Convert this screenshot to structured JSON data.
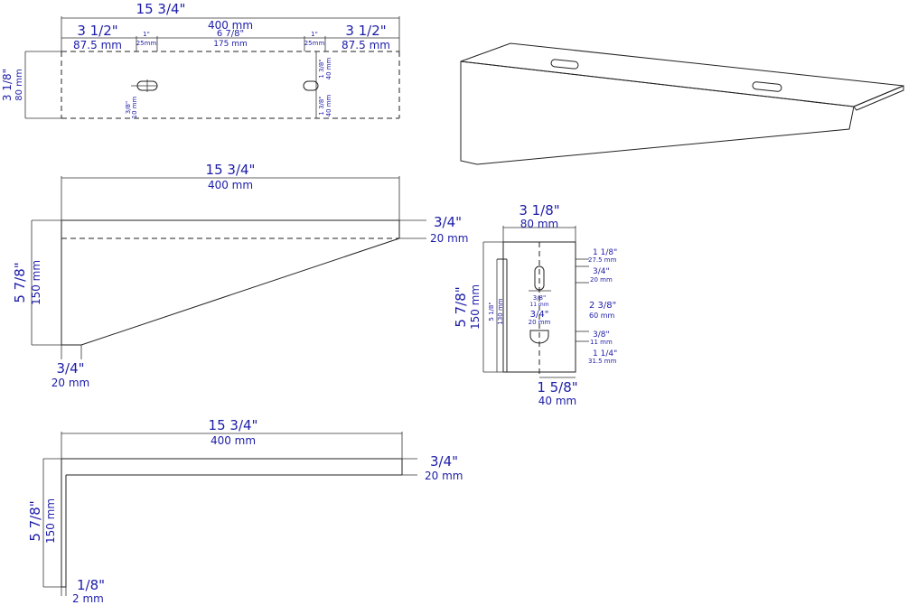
{
  "top_view": {
    "overall_in": "15 3/4\"",
    "overall_mm": "400 mm",
    "left_in": "3 1/2\"",
    "left_mm": "87.5 mm",
    "slot_in": "1\"",
    "slot_mm": "25mm",
    "center_in": "6 7/8\"",
    "center_mm": "175 mm",
    "slot2_in": "1\"",
    "slot2_mm": "25mm",
    "right_in": "3 1/2\"",
    "right_mm": "87.5 mm",
    "depth_in": "3 1/8\"",
    "depth_mm": "80 mm",
    "slot_w_in": "3/8\"",
    "slot_w_mm": "10 mm",
    "upper_in": "1 3/8\"",
    "upper_mm": "40 mm",
    "lower_in": "1 3/8\"",
    "lower_mm": "40 mm"
  },
  "side_view": {
    "length_in": "15 3/4\"",
    "length_mm": "400 mm",
    "thick_in": "3/4\"",
    "thick_mm": "20 mm",
    "height_in": "5 7/8\"",
    "height_mm": "150 mm",
    "foot_in": "3/4\"",
    "foot_mm": "20 mm"
  },
  "end_view": {
    "width_in": "3 1/8\"",
    "width_mm": "80 mm",
    "height_in": "5 7/8\"",
    "height_mm": "150 mm",
    "inner_in": "5 1/8\"",
    "inner_mm": "130 mm",
    "a_in": "1 1/8\"",
    "a_mm": "27.5 mm",
    "b_in": "3/4\"",
    "b_mm": "20 mm",
    "c_in": "2 3/8\"",
    "c_mm": "60 mm",
    "d_in": "3/8\"",
    "d_mm": "11 mm",
    "e_in": "1 1/4\"",
    "e_mm": "31.5 mm",
    "slot_in": "3/8\"",
    "slot_mm": "11 mm",
    "hole_in": "3/4\"",
    "hole_mm": "20 mm",
    "half_in": "1 5/8\"",
    "half_mm": "40 mm"
  },
  "l_view": {
    "length_in": "15 3/4\"",
    "length_mm": "400 mm",
    "thick_in": "3/4\"",
    "thick_mm": "20 mm",
    "height_in": "5 7/8\"",
    "height_mm": "150 mm",
    "wall_in": "1/8\"",
    "wall_mm": "2 mm"
  }
}
